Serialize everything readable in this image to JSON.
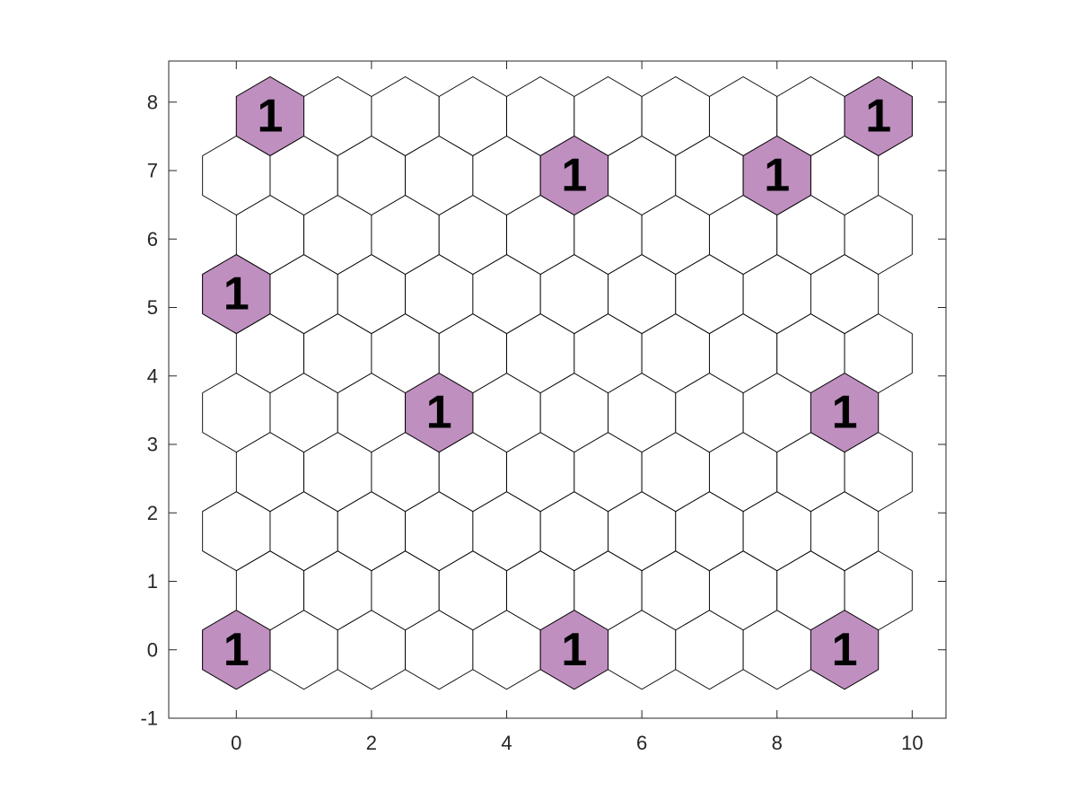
{
  "chart_data": {
    "type": "hexgrid",
    "title": "",
    "xlabel": "",
    "ylabel": "",
    "xlim": [
      -1,
      10.5
    ],
    "ylim": [
      -1,
      8.6
    ],
    "xticks": [
      0,
      2,
      4,
      6,
      8,
      10
    ],
    "yticks": [
      -1,
      0,
      1,
      2,
      3,
      4,
      5,
      6,
      7,
      8
    ],
    "grid": false,
    "hex_circumradius": 0.577,
    "rows": [
      {
        "y": 0,
        "x_start": 0,
        "count": 10
      },
      {
        "y": 0.866,
        "x_start": 0.5,
        "count": 10
      },
      {
        "y": 1.732,
        "x_start": 0,
        "count": 10
      },
      {
        "y": 2.598,
        "x_start": 0.5,
        "count": 10
      },
      {
        "y": 3.464,
        "x_start": 0,
        "count": 10
      },
      {
        "y": 4.33,
        "x_start": 0.5,
        "count": 10
      },
      {
        "y": 5.196,
        "x_start": 0,
        "count": 10
      },
      {
        "y": 6.062,
        "x_start": 0.5,
        "count": 10
      },
      {
        "y": 6.928,
        "x_start": 0,
        "count": 10
      },
      {
        "y": 7.794,
        "x_start": 0.5,
        "count": 10
      }
    ],
    "highlighted_cells": [
      {
        "x": 0,
        "y": 0,
        "label": "1"
      },
      {
        "x": 5,
        "y": 0,
        "label": "1"
      },
      {
        "x": 9,
        "y": 0,
        "label": "1"
      },
      {
        "x": 3,
        "y": 3.464,
        "label": "1"
      },
      {
        "x": 9,
        "y": 3.464,
        "label": "1"
      },
      {
        "x": 0,
        "y": 5.196,
        "label": "1"
      },
      {
        "x": 5,
        "y": 6.928,
        "label": "1"
      },
      {
        "x": 8,
        "y": 6.928,
        "label": "1"
      },
      {
        "x": 0.5,
        "y": 7.794,
        "label": "1"
      },
      {
        "x": 9.5,
        "y": 7.794,
        "label": "1"
      }
    ],
    "colors": {
      "highlight_fill": "#bf8fbf",
      "cell_fill": "#ffffff",
      "cell_stroke": "#000000",
      "axis_stroke": "#262626"
    }
  }
}
